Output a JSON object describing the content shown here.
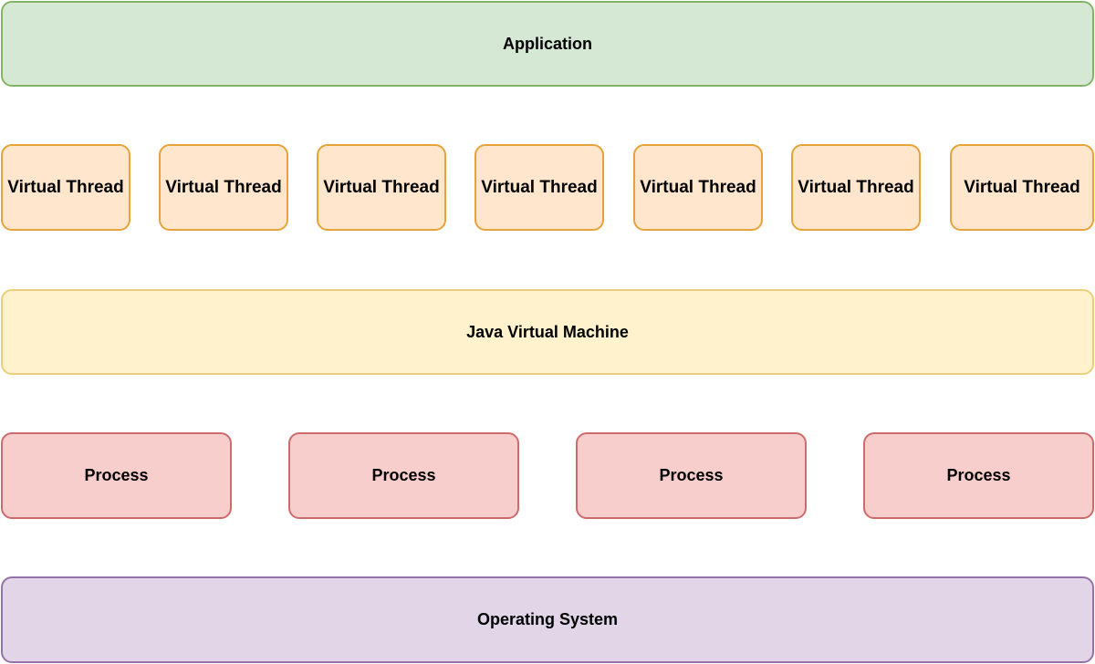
{
  "diagram": {
    "application": {
      "label": "Application"
    },
    "virtual_threads": [
      {
        "label": "Virtual Thread"
      },
      {
        "label": "Virtual Thread"
      },
      {
        "label": "Virtual Thread"
      },
      {
        "label": "Virtual Thread"
      },
      {
        "label": "Virtual Thread"
      },
      {
        "label": "Virtual Thread"
      },
      {
        "label": "Virtual Thread"
      }
    ],
    "jvm": {
      "label": "Java Virtual Machine"
    },
    "processes": [
      {
        "label": "Process"
      },
      {
        "label": "Process"
      },
      {
        "label": "Process"
      },
      {
        "label": "Process"
      }
    ],
    "operating_system": {
      "label": "Operating System"
    }
  },
  "colors": {
    "application_fill": "#d5e8d4",
    "application_stroke": "#82b366",
    "virtual_thread_fill": "#ffe6cc",
    "virtual_thread_stroke": "#e6a33a",
    "jvm_fill": "#fff2cc",
    "jvm_stroke": "#e8cf7a",
    "process_fill": "#f8cecc",
    "process_stroke": "#cc6b6b",
    "os_fill": "#e1d5e7",
    "os_stroke": "#9673a6"
  }
}
